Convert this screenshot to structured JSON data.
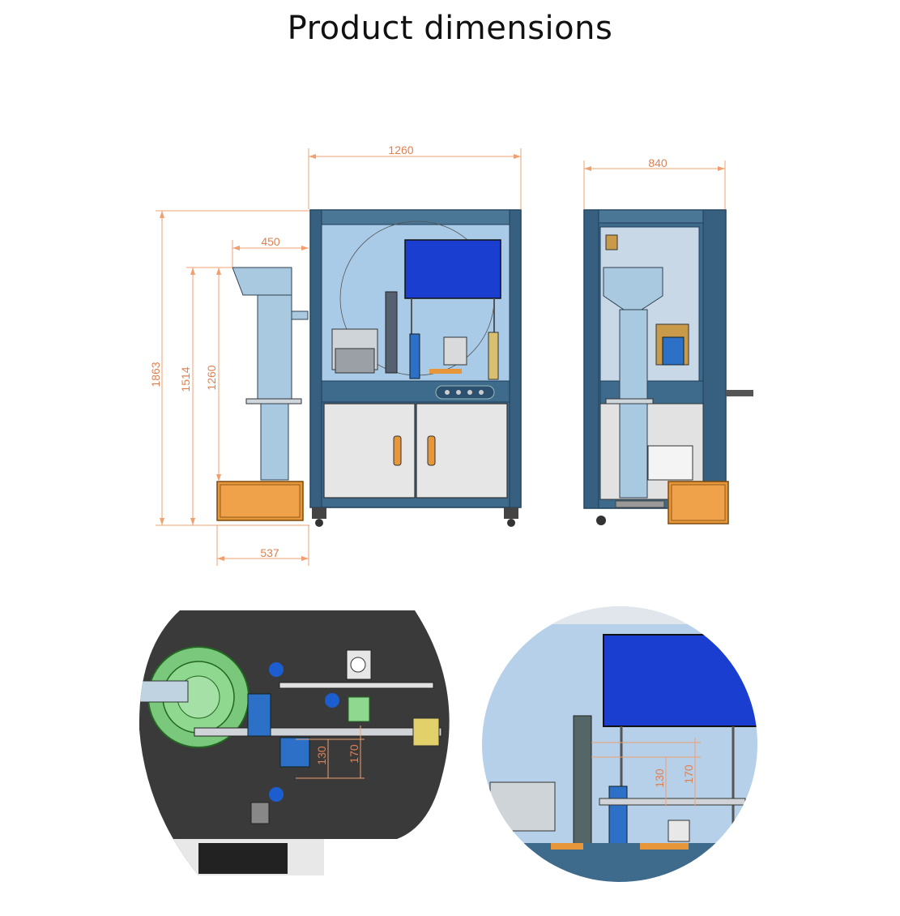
{
  "page": {
    "title": "Product dimensions"
  },
  "dimensions": {
    "front_width": "1260",
    "side_depth": "840",
    "stand_width": "450",
    "height_total": "1863",
    "height_stand": "1514",
    "height_table": "1260",
    "stand_depth": "537",
    "detail_a": "130",
    "detail_b": "170"
  },
  "colors": {
    "frame": "#3e6b8c",
    "dimension_lines": "#f0a070",
    "screen": "#1a3fd0",
    "material_box": "#e8963a",
    "feeder_bowl": "#8fd890"
  }
}
